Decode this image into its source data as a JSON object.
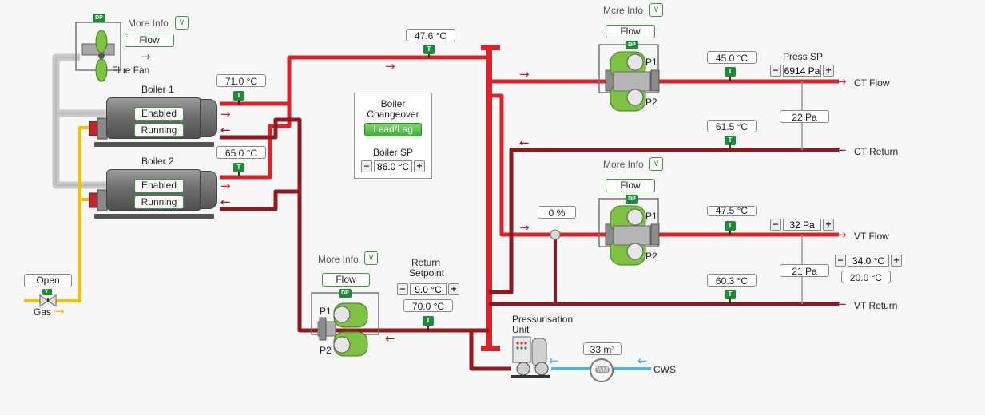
{
  "flue": {
    "more_info": "More Info",
    "flow": "Flow",
    "dp": "DP",
    "label": "Flue Fan"
  },
  "boilers": {
    "b1_title": "Boiler 1",
    "b2_title": "Boiler 2",
    "enabled": "Enabled",
    "running": "Running",
    "b1_temp": "71.0 °C",
    "b2_temp": "65.0 °C",
    "t": "T"
  },
  "gas": {
    "valve": "Open",
    "label": "Gas",
    "v": "V"
  },
  "header": {
    "temp": "47.6 °C"
  },
  "changeover": {
    "title_1": "Boiler",
    "title_2": "Changeover",
    "mode": "Lead/Lag",
    "sp_label": "Boiler SP",
    "sp_value": "86.0 °C",
    "minus": "−",
    "plus": "+"
  },
  "return": {
    "more_info": "More Info",
    "flow": "Flow",
    "dp": "DP",
    "title_1": "Return",
    "title_2": "Setpoint",
    "sp_value": "9.0 °C",
    "temp": "70.0 °C",
    "p1": "P1",
    "p2": "P2"
  },
  "ct": {
    "more_info": "Mcre Info",
    "flow": "Flow",
    "dp": "DP",
    "p1": "P1",
    "p2": "P2",
    "flow_temp": "45.0 °C",
    "press_sp_label": "Press SP",
    "press_sp_value": "6914 Pa",
    "flow_label": "CT Flow",
    "dp_value": "22 Pa",
    "return_temp": "61.5 °C",
    "return_label": "CT Return"
  },
  "vt": {
    "more_info": "More Info",
    "flow": "Flow",
    "dp": "DP",
    "p1": "P1",
    "p2": "P2",
    "valve": "0 %",
    "flow_temp": "47.5 °C",
    "press_sp_value": "32 Pa",
    "flow_label": "VT Flow",
    "dp_value": "21 Pa",
    "temp_sp": "34.0 °C",
    "temp_actual": "20.0 °C",
    "return_temp": "60.3 °C",
    "return_label": "VT Return"
  },
  "pressurisation": {
    "title_1": "Pressurisation",
    "title_2": "Unit",
    "meter": "33 m³",
    "wm": "WM",
    "cws": "CWS"
  },
  "colors": {
    "flow_red": "#d8232a",
    "return_red": "#8e1a1f",
    "gas_yellow": "#f2c200",
    "cws_blue": "#48b7e6",
    "pump_green": "#7dc242",
    "accent_green": "#218a3a"
  },
  "icons": {
    "arrow": "right-arrow-icon",
    "chevron": "chevron-down-icon",
    "fan": "fan-icon",
    "pump": "pump-icon",
    "sensor": "temperature-sensor-icon"
  }
}
